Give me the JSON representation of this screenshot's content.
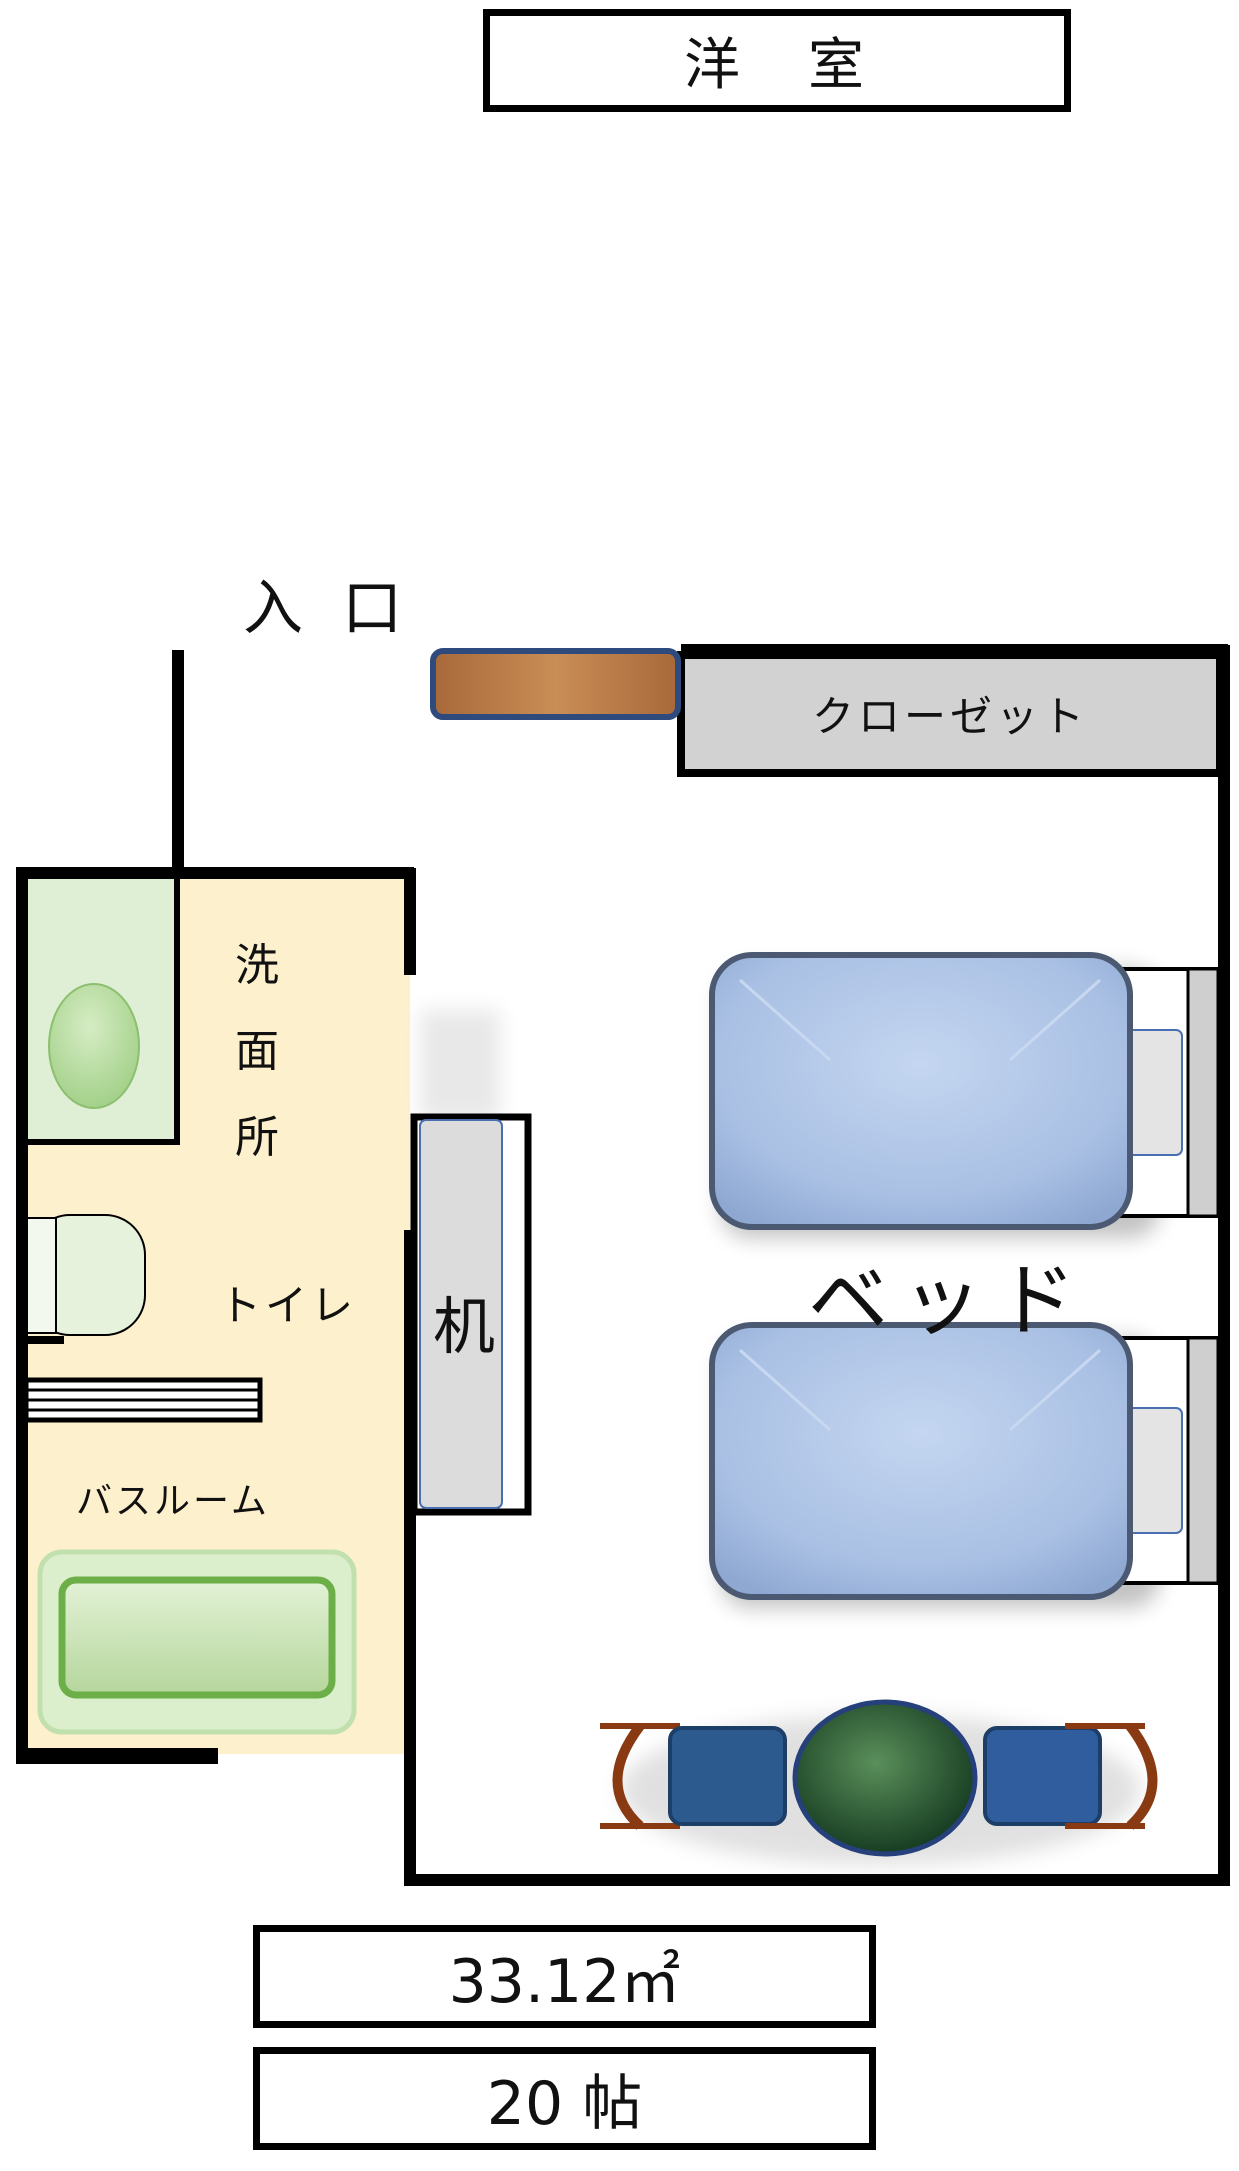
{
  "title": "洋　室",
  "labels": {
    "entrance": "入 口",
    "closet": "クローゼット",
    "washroom": [
      "洗",
      "面",
      "所"
    ],
    "toilet": "トイレ",
    "bathroom": "バスルーム",
    "desk": "机",
    "bed": "ベッド"
  },
  "area": {
    "square_meters": "33.12㎡",
    "tatami": "20 帖"
  },
  "colors": {
    "wet_area": "#fdf0cc",
    "closet": "#d2d2d2",
    "bed": "#aec4e6",
    "green_fixture": "#c8e3b4",
    "chair": "#2c5a8e",
    "table": "#2f6b3a",
    "shelf_wood": "#b77a48"
  }
}
